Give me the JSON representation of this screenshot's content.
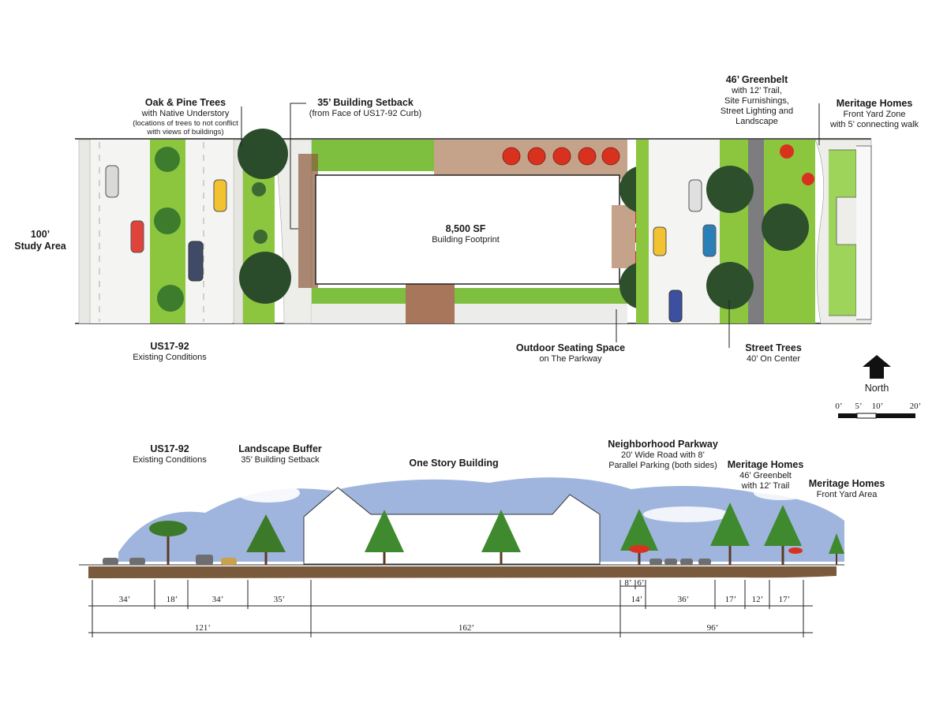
{
  "plan": {
    "study_area": {
      "title": "100’",
      "sub": "Study Area"
    },
    "trees": {
      "title": "Oak & Pine Trees",
      "sub": "with Native Understory",
      "note1": "(locations of trees to not conflict",
      "note2": "with views of buildings)"
    },
    "setback": {
      "title": "35’ Building Setback",
      "sub": "(from Face of US17-92 Curb)"
    },
    "greenbelt": {
      "title": "46’ Greenbelt",
      "l1": "with 12’ Trail,",
      "l2": "Site Furnishings,",
      "l3": "Street Lighting and",
      "l4": "Landscape"
    },
    "meritage": {
      "title": "Meritage Homes",
      "l1": "Front Yard Zone",
      "l2": "with 5’ connecting walk"
    },
    "building": {
      "title": "8,500 SF",
      "sub": "Building Footprint"
    },
    "us17": {
      "title": "US17-92",
      "sub": "Existing Conditions"
    },
    "seating": {
      "title": "Outdoor Seating Space",
      "sub": "on The Parkway"
    },
    "street_trees": {
      "title": "Street Trees",
      "sub": "40’ On Center"
    },
    "north": "North",
    "scale": {
      "t0": "0’",
      "t1": "5’",
      "t2": "10’",
      "t3": "20’"
    }
  },
  "section": {
    "us17": {
      "title": "US17-92",
      "sub": "Existing Conditions"
    },
    "buffer": {
      "title": "Landscape Buffer",
      "sub": "35’ Building Setback"
    },
    "building": {
      "title": "One Story Building"
    },
    "parkway": {
      "title": "Neighborhood Parkway",
      "l1": "20’ Wide Road with 8’",
      "l2": "Parallel Parking (both sides)"
    },
    "meritage1": {
      "title": "Meritage Homes",
      "l1": "46’ Greenbelt",
      "l2": "with 12’ Trail"
    },
    "meritage2": {
      "title": "Meritage Homes",
      "l1": "Front Yard Area"
    }
  },
  "dimensions": {
    "d34a": "34’",
    "d18": "18’",
    "d34b": "34’",
    "d35": "35’",
    "d8": "8’",
    "d6": "6’",
    "d14": "14’",
    "d36": "36’",
    "d17a": "17’",
    "d12": "12’",
    "d17b": "17’",
    "d121": "121’",
    "d162": "162’",
    "d96": "96’"
  },
  "colors": {
    "grass": "#8cc63f",
    "paving": "#c4a38a",
    "umbrella": "#d8321f",
    "sky": "#8fa8d8",
    "ground": "#7a5a3c"
  }
}
